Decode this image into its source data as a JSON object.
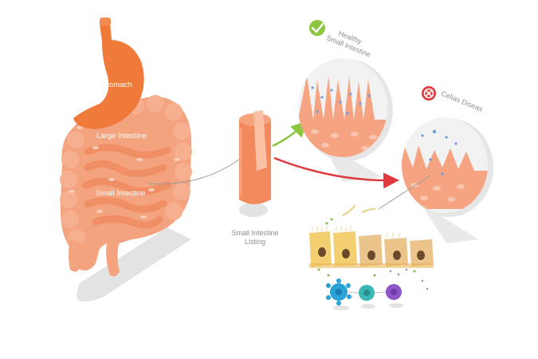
{
  "labels": {
    "stomach": "Stomach",
    "large_intestine": "Large Intestine",
    "small_intestine": "Small Intestine",
    "listing_line1": "Small Intestine",
    "listing_line2": "Listing",
    "healthy_line1": "Healthy",
    "healthy_line2": "Small Intestine",
    "celiac": "Celias Diseas"
  },
  "icons": {
    "healthy": "check-icon",
    "celiac": "cross-icon"
  },
  "colors": {
    "intestine": "#f4a37f",
    "intestine_dark": "#e98a63",
    "stomach": "#f07a3a",
    "healthy_badge": "#8cc63f",
    "celiac_badge": "#e0393e",
    "healthy_arrow": "#8cc63f",
    "celiac_arrow": "#e0393e",
    "cell": "#f3cf72",
    "cell_damaged": "#eac48a",
    "immune_blue": "#2aa2d6",
    "immune_teal": "#3bb8b5",
    "immune_purple": "#8d57c9"
  }
}
